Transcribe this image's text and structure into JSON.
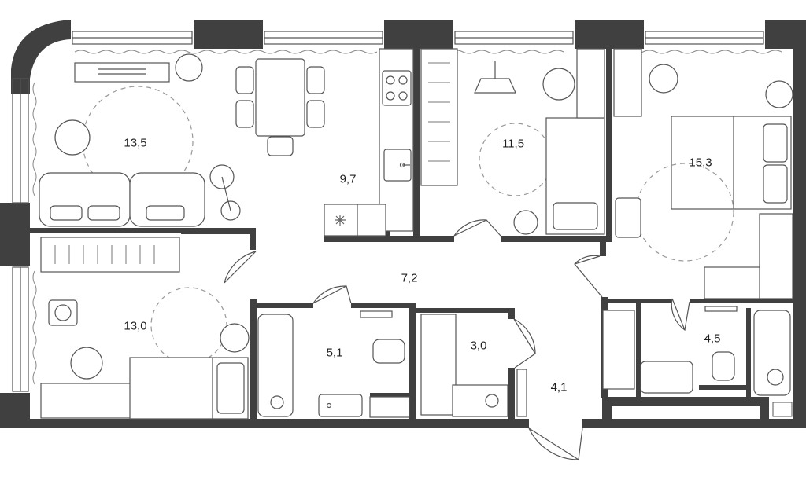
{
  "plan": {
    "rooms": [
      {
        "id": "living",
        "label": "13,5"
      },
      {
        "id": "kitchen",
        "label": "9,7"
      },
      {
        "id": "bedroom-middle",
        "label": "11,5"
      },
      {
        "id": "bedroom-master",
        "label": "15,3"
      },
      {
        "id": "hall",
        "label": "7,2"
      },
      {
        "id": "bedroom-left",
        "label": "13,0"
      },
      {
        "id": "bathroom",
        "label": "5,1"
      },
      {
        "id": "closet",
        "label": "3,0"
      },
      {
        "id": "entry",
        "label": "4,1"
      },
      {
        "id": "wc",
        "label": "4,5"
      }
    ],
    "colors": {
      "wall": "#404040",
      "line": "#555555",
      "fill": "#ffffff",
      "text": "#1f1f1f"
    }
  }
}
